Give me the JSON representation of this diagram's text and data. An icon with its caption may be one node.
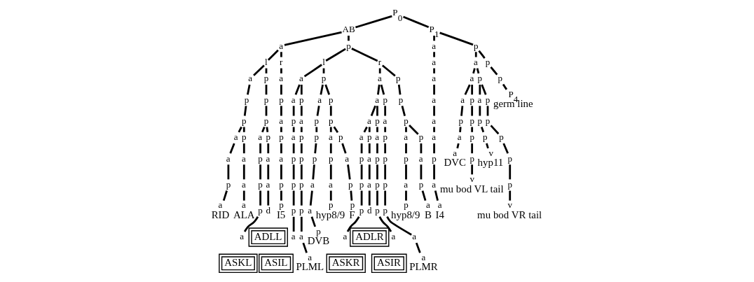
{
  "diagram": {
    "nodes": [
      {
        "text": [
          "P$_{0}$"
        ]
      },
      {
        "text": [
          "AB"
        ]
      },
      {
        "text": [
          "a"
        ]
      },
      {
        "text": [
          "l"
        ]
      },
      {
        "text": [
          "a"
        ]
      },
      {
        "text": [
          "p"
        ]
      },
      {
        "text": [
          "p"
        ]
      },
      {
        "text": [
          "a"
        ]
      },
      {
        "text": [
          "a"
        ]
      },
      {
        "text": [
          "p"
        ]
      },
      {
        "text": [
          "a"
        ],
        "beside": [
          "RID"
        ]
      },
      {
        "text": [
          "p"
        ]
      },
      {
        "text": [
          "a"
        ]
      },
      {
        "text": [
          "a"
        ]
      },
      {
        "text": [
          "a"
        ],
        "beside": [
          "ALA"
        ]
      },
      {
        "text": [
          "p"
        ]
      },
      {
        "text": [
          "p"
        ]
      },
      {
        "text": [
          "p"
        ]
      },
      {
        "text": [
          "a"
        ]
      },
      {
        "text": [
          "p"
        ]
      },
      {
        "text": [
          "p"
        ]
      },
      {
        "text": [
          "p"
        ]
      },
      {
        "text": [
          "a"
        ]
      },
      {
        "text": [
          "ASKL"
        ]
      },
      {
        "text": [
          "p"
        ]
      },
      {
        "text": [
          "a"
        ]
      },
      {
        "text": [
          "a"
        ]
      },
      {
        "text": [
          "d"
        ]
      },
      {
        "text": [
          "ADLL"
        ]
      },
      {
        "text": [
          "r"
        ]
      },
      {
        "text": [
          "a"
        ]
      },
      {
        "text": [
          "p"
        ]
      },
      {
        "text": [
          "a"
        ]
      },
      {
        "text": [
          "p"
        ]
      },
      {
        "text": [
          "a"
        ]
      },
      {
        "text": [
          "p"
        ]
      },
      {
        "text": [
          "p"
        ],
        "beside": [
          "I5"
        ]
      },
      {
        "text": [
          "p"
        ]
      },
      {
        "text": [
          "l"
        ]
      },
      {
        "text": [
          "a"
        ]
      },
      {
        "text": [
          "a"
        ]
      },
      {
        "text": [
          "p"
        ]
      },
      {
        "text": [
          "a"
        ]
      },
      {
        "text": [
          "p"
        ]
      },
      {
        "text": [
          "p"
        ]
      },
      {
        "text": [
          "p"
        ]
      },
      {
        "text": [
          "a"
        ]
      },
      {
        "text": [
          "ASIL"
        ]
      },
      {
        "text": [
          "p"
        ]
      },
      {
        "text": [
          "a"
        ]
      },
      {
        "text": [
          "p"
        ]
      },
      {
        "text": [
          "p"
        ]
      },
      {
        "text": [
          "p"
        ]
      },
      {
        "text": [
          "p"
        ]
      },
      {
        "text": [
          "a"
        ]
      },
      {
        "text": [
          "a"
        ],
        "beside": [
          "PLML"
        ]
      },
      {
        "text": [
          "p"
        ]
      },
      {
        "text": [
          "a"
        ]
      },
      {
        "text": [
          "p"
        ]
      },
      {
        "text": [
          "p"
        ]
      },
      {
        "text": [
          "p"
        ]
      },
      {
        "text": [
          "a"
        ]
      },
      {
        "text": [
          "a"
        ]
      },
      {
        "text": [
          "p"
        ],
        "beside": [
          "DVB"
        ]
      },
      {
        "text": [
          "p"
        ]
      },
      {
        "text": [
          "p"
        ]
      },
      {
        "text": [
          "a"
        ]
      },
      {
        "text": [
          "p"
        ]
      },
      {
        "text": [
          "a"
        ]
      },
      {
        "text": [
          "p"
        ],
        "beside": [
          "hyp8/9"
        ]
      },
      {
        "text": [
          "p"
        ]
      },
      {
        "text": [
          "a"
        ]
      },
      {
        "text": [
          "p"
        ]
      },
      {
        "text": [
          "p"
        ],
        "beside": [
          "F"
        ]
      },
      {
        "text": [
          "r"
        ]
      },
      {
        "text": [
          "a"
        ]
      },
      {
        "text": [
          "a"
        ]
      },
      {
        "text": [
          "a"
        ]
      },
      {
        "text": [
          "a"
        ]
      },
      {
        "text": [
          "p"
        ]
      },
      {
        "text": [
          "p"
        ]
      },
      {
        "text": [
          "p"
        ]
      },
      {
        "text": [
          "a"
        ]
      },
      {
        "text": [
          "ASKR"
        ]
      },
      {
        "text": [
          "p"
        ]
      },
      {
        "text": [
          "a"
        ]
      },
      {
        "text": [
          "a"
        ]
      },
      {
        "text": [
          "d"
        ]
      },
      {
        "text": [
          "ADLR"
        ]
      },
      {
        "text": [
          "p"
        ]
      },
      {
        "text": [
          "a"
        ]
      },
      {
        "text": [
          "p"
        ]
      },
      {
        "text": [
          "p"
        ]
      },
      {
        "text": [
          "p"
        ]
      },
      {
        "text": [
          "a"
        ]
      },
      {
        "text": [
          "ASIR"
        ]
      },
      {
        "text": [
          "p"
        ]
      },
      {
        "text": [
          "a"
        ]
      },
      {
        "text": [
          "p"
        ]
      },
      {
        "text": [
          "p"
        ]
      },
      {
        "text": [
          "p"
        ]
      },
      {
        "text": [
          "p"
        ]
      },
      {
        "text": [
          "a"
        ]
      },
      {
        "text": [
          "a"
        ],
        "beside": [
          "PLMR"
        ]
      },
      {
        "text": [
          "p"
        ]
      },
      {
        "text": [
          "p"
        ]
      },
      {
        "text": [
          "p"
        ]
      },
      {
        "text": [
          "a"
        ]
      },
      {
        "text": [
          "p"
        ]
      },
      {
        "text": [
          "a"
        ]
      },
      {
        "text": [
          "p"
        ],
        "beside": [
          "hyp8/9"
        ]
      },
      {
        "text": [
          "p"
        ]
      },
      {
        "text": [
          "a"
        ]
      },
      {
        "text": [
          "p"
        ]
      },
      {
        "text": [
          "a"
        ],
        "beside": [
          "B"
        ]
      },
      {
        "text": [
          "P$_{1}$"
        ]
      },
      {
        "text": [
          "a"
        ]
      },
      {
        "text": [
          "a"
        ]
      },
      {
        "text": [
          "a"
        ]
      },
      {
        "text": [
          "a"
        ]
      },
      {
        "text": [
          "a"
        ]
      },
      {
        "text": [
          "a"
        ]
      },
      {
        "text": [
          "p"
        ]
      },
      {
        "text": [
          "a"
        ]
      },
      {
        "text": [
          "a"
        ],
        "beside": [
          "I4"
        ]
      },
      {
        "text": [
          "p"
        ]
      },
      {
        "text": [
          "a"
        ]
      },
      {
        "text": [
          "a"
        ]
      },
      {
        "text": [
          "a"
        ]
      },
      {
        "text": [
          "p"
        ]
      },
      {
        "text": [
          "a"
        ]
      },
      {
        "text": [
          "a"
        ],
        "beside": [
          "DVC"
        ]
      },
      {
        "text": [
          "p"
        ]
      },
      {
        "text": [
          "p"
        ]
      },
      {
        "text": [
          "p"
        ]
      },
      {
        "text": [
          "p"
        ]
      },
      {
        "text": [
          "v"
        ],
        "beside": [
          "mu bod VL tail"
        ]
      },
      {
        "text": [
          "p"
        ]
      },
      {
        "text": [
          "a"
        ]
      },
      {
        "text": [
          "p"
        ]
      },
      {
        "text": [
          "p"
        ]
      },
      {
        "text": [
          "v"
        ],
        "beside": [
          "hyp11"
        ]
      },
      {
        "text": [
          "p"
        ]
      },
      {
        "text": [
          "p"
        ]
      },
      {
        "text": [
          "p"
        ]
      },
      {
        "text": [
          "p"
        ]
      },
      {
        "text": [
          "p"
        ]
      },
      {
        "text": [
          "v"
        ],
        "beside": [
          "mu bod VR tail"
        ]
      },
      {
        "text": [
          "p"
        ]
      },
      {
        "text": [
          "p"
        ]
      },
      {
        "text": [
          "P$_{4}$"
        ],
        "beside": [
          "germ line"
        ]
      }
    ],
    "edges": [
      {
        "from": 0,
        "to": 1,
        "arrow": "none"
      },
      {
        "from": 1,
        "to": 2,
        "arrow": "none"
      },
      {
        "from": 2,
        "to": 3,
        "arrow": "none"
      },
      {
        "from": 3,
        "to": 4,
        "arrow": "none"
      },
      {
        "from": 4,
        "to": 5,
        "arrow": "none"
      },
      {
        "from": 5,
        "to": 6,
        "arrow": "none"
      },
      {
        "from": 6,
        "to": 7,
        "arrow": "none"
      },
      {
        "from": 7,
        "to": 8,
        "arrow": "none"
      },
      {
        "from": 8,
        "to": 9,
        "arrow": "none"
      },
      {
        "from": 9,
        "to": 10,
        "arrow": "none"
      },
      {
        "from": 6,
        "to": 11,
        "arrow": "none"
      },
      {
        "from": 11,
        "to": 12,
        "arrow": "none"
      },
      {
        "from": 12,
        "to": 13,
        "arrow": "none"
      },
      {
        "from": 13,
        "to": 14,
        "arrow": "none"
      },
      {
        "from": 3,
        "to": 15,
        "arrow": "none"
      },
      {
        "from": 15,
        "to": 16,
        "arrow": "none"
      },
      {
        "from": 16,
        "to": 17,
        "arrow": "none"
      },
      {
        "from": 17,
        "to": 18,
        "arrow": "none"
      },
      {
        "from": 18,
        "to": 19,
        "arrow": "none"
      },
      {
        "from": 19,
        "to": 20,
        "arrow": "none"
      },
      {
        "from": 20,
        "to": 21,
        "arrow": "none"
      },
      {
        "from": 21,
        "to": 22,
        "arrow": "none"
      },
      {
        "from": 17,
        "to": 24,
        "arrow": "none"
      },
      {
        "from": 24,
        "to": 25,
        "arrow": "none"
      },
      {
        "from": 25,
        "to": 26,
        "arrow": "none"
      },
      {
        "from": 26,
        "to": 27,
        "arrow": "none"
      },
      {
        "from": 2,
        "to": 29,
        "arrow": "none"
      },
      {
        "from": 29,
        "to": 30,
        "arrow": "none"
      },
      {
        "from": 30,
        "to": 31,
        "arrow": "none"
      },
      {
        "from": 31,
        "to": 32,
        "arrow": "none"
      },
      {
        "from": 32,
        "to": 33,
        "arrow": "none"
      },
      {
        "from": 33,
        "to": 34,
        "arrow": "none"
      },
      {
        "from": 34,
        "to": 35,
        "arrow": "none"
      },
      {
        "from": 35,
        "to": 36,
        "arrow": "none"
      },
      {
        "from": 1,
        "to": 37,
        "arrow": "none"
      },
      {
        "from": 37,
        "to": 38,
        "arrow": "none"
      },
      {
        "from": 38,
        "to": 39,
        "arrow": "none"
      },
      {
        "from": 39,
        "to": 40,
        "arrow": "none"
      },
      {
        "from": 40,
        "to": 41,
        "arrow": "none"
      },
      {
        "from": 41,
        "to": 42,
        "arrow": "none"
      },
      {
        "from": 42,
        "to": 43,
        "arrow": "none"
      },
      {
        "from": 43,
        "to": 44,
        "arrow": "none"
      },
      {
        "from": 44,
        "to": 45,
        "arrow": "none"
      },
      {
        "from": 45,
        "to": 46,
        "arrow": "none"
      },
      {
        "from": 39,
        "to": 48,
        "arrow": "none"
      },
      {
        "from": 48,
        "to": 49,
        "arrow": "none"
      },
      {
        "from": 49,
        "to": 50,
        "arrow": "none"
      },
      {
        "from": 50,
        "to": 51,
        "arrow": "none"
      },
      {
        "from": 51,
        "to": 52,
        "arrow": "none"
      },
      {
        "from": 52,
        "to": 53,
        "arrow": "none"
      },
      {
        "from": 53,
        "to": 54,
        "arrow": "none"
      },
      {
        "from": 54,
        "to": 55,
        "arrow": "none"
      },
      {
        "from": 38,
        "to": 56,
        "arrow": "none"
      },
      {
        "from": 56,
        "to": 57,
        "arrow": "none"
      },
      {
        "from": 57,
        "to": 58,
        "arrow": "none"
      },
      {
        "from": 58,
        "to": 59,
        "arrow": "none"
      },
      {
        "from": 59,
        "to": 60,
        "arrow": "none"
      },
      {
        "from": 60,
        "to": 61,
        "arrow": "none"
      },
      {
        "from": 61,
        "to": 62,
        "arrow": "none"
      },
      {
        "from": 62,
        "to": 63,
        "arrow": "none"
      },
      {
        "from": 56,
        "to": 64,
        "arrow": "none"
      },
      {
        "from": 64,
        "to": 65,
        "arrow": "none"
      },
      {
        "from": 65,
        "to": 66,
        "arrow": "none"
      },
      {
        "from": 66,
        "to": 67,
        "arrow": "none"
      },
      {
        "from": 67,
        "to": 68,
        "arrow": "none"
      },
      {
        "from": 68,
        "to": 69,
        "arrow": "none"
      },
      {
        "from": 65,
        "to": 70,
        "arrow": "none"
      },
      {
        "from": 70,
        "to": 71,
        "arrow": "none"
      },
      {
        "from": 71,
        "to": 72,
        "arrow": "none"
      },
      {
        "from": 72,
        "to": 73,
        "arrow": "none"
      },
      {
        "from": 37,
        "to": 74,
        "arrow": "none"
      },
      {
        "from": 74,
        "to": 75,
        "arrow": "none"
      },
      {
        "from": 75,
        "to": 76,
        "arrow": "none"
      },
      {
        "from": 76,
        "to": 77,
        "arrow": "none"
      },
      {
        "from": 77,
        "to": 78,
        "arrow": "none"
      },
      {
        "from": 78,
        "to": 79,
        "arrow": "none"
      },
      {
        "from": 79,
        "to": 80,
        "arrow": "none"
      },
      {
        "from": 80,
        "to": 81,
        "arrow": "none"
      },
      {
        "from": 81,
        "to": 82,
        "arrow": "none"
      },
      {
        "from": 77,
        "to": 84,
        "arrow": "none"
      },
      {
        "from": 84,
        "to": 85,
        "arrow": "none"
      },
      {
        "from": 85,
        "to": 86,
        "arrow": "none"
      },
      {
        "from": 86,
        "to": 87,
        "arrow": "none"
      },
      {
        "from": 76,
        "to": 89,
        "arrow": "none"
      },
      {
        "from": 89,
        "to": 90,
        "arrow": "none"
      },
      {
        "from": 90,
        "to": 91,
        "arrow": "none"
      },
      {
        "from": 91,
        "to": 92,
        "arrow": "none"
      },
      {
        "from": 92,
        "to": 93,
        "arrow": "none"
      },
      {
        "from": 93,
        "to": 94,
        "arrow": "none"
      },
      {
        "from": 75,
        "to": 96,
        "arrow": "none"
      },
      {
        "from": 96,
        "to": 97,
        "arrow": "none"
      },
      {
        "from": 97,
        "to": 98,
        "arrow": "none"
      },
      {
        "from": 98,
        "to": 99,
        "arrow": "none"
      },
      {
        "from": 99,
        "to": 100,
        "arrow": "none"
      },
      {
        "from": 100,
        "to": 101,
        "arrow": "none"
      },
      {
        "from": 101,
        "to": 102,
        "arrow": "none"
      },
      {
        "from": 102,
        "to": 103,
        "arrow": "none"
      },
      {
        "from": 74,
        "to": 104,
        "arrow": "none"
      },
      {
        "from": 104,
        "to": 105,
        "arrow": "none"
      },
      {
        "from": 105,
        "to": 106,
        "arrow": "none"
      },
      {
        "from": 106,
        "to": 107,
        "arrow": "none"
      },
      {
        "from": 107,
        "to": 108,
        "arrow": "none"
      },
      {
        "from": 108,
        "to": 109,
        "arrow": "none"
      },
      {
        "from": 109,
        "to": 110,
        "arrow": "none"
      },
      {
        "from": 106,
        "to": 111,
        "arrow": "none"
      },
      {
        "from": 111,
        "to": 112,
        "arrow": "none"
      },
      {
        "from": 112,
        "to": 113,
        "arrow": "none"
      },
      {
        "from": 113,
        "to": 114,
        "arrow": "none"
      },
      {
        "from": 0,
        "to": 115,
        "arrow": "none"
      },
      {
        "from": 115,
        "to": 116,
        "arrow": "none"
      },
      {
        "from": 116,
        "to": 117,
        "arrow": "none"
      },
      {
        "from": 117,
        "to": 118,
        "arrow": "none"
      },
      {
        "from": 118,
        "to": 119,
        "arrow": "none"
      },
      {
        "from": 119,
        "to": 120,
        "arrow": "none"
      },
      {
        "from": 120,
        "to": 121,
        "arrow": "none"
      },
      {
        "from": 121,
        "to": 122,
        "arrow": "none"
      },
      {
        "from": 122,
        "to": 123,
        "arrow": "none"
      },
      {
        "from": 123,
        "to": 124,
        "arrow": "none"
      },
      {
        "from": 115,
        "to": 125,
        "arrow": "none"
      },
      {
        "from": 125,
        "to": 126,
        "arrow": "none"
      },
      {
        "from": 126,
        "to": 127,
        "arrow": "none"
      },
      {
        "from": 127,
        "to": 128,
        "arrow": "none"
      },
      {
        "from": 128,
        "to": 129,
        "arrow": "none"
      },
      {
        "from": 129,
        "to": 130,
        "arrow": "none"
      },
      {
        "from": 130,
        "to": 131,
        "arrow": "none"
      },
      {
        "from": 127,
        "to": 132,
        "arrow": "none"
      },
      {
        "from": 132,
        "to": 133,
        "arrow": "none"
      },
      {
        "from": 133,
        "to": 134,
        "arrow": "none"
      },
      {
        "from": 134,
        "to": 135,
        "arrow": "none"
      },
      {
        "from": 135,
        "to": 136,
        "arrow": "none"
      },
      {
        "from": 126,
        "to": 137,
        "arrow": "none"
      },
      {
        "from": 137,
        "to": 138,
        "arrow": "none"
      },
      {
        "from": 138,
        "to": 139,
        "arrow": "none"
      },
      {
        "from": 139,
        "to": 140,
        "arrow": "none"
      },
      {
        "from": 140,
        "to": 141,
        "arrow": "none"
      },
      {
        "from": 137,
        "to": 142,
        "arrow": "none"
      },
      {
        "from": 142,
        "to": 143,
        "arrow": "none"
      },
      {
        "from": 143,
        "to": 144,
        "arrow": "none"
      },
      {
        "from": 144,
        "to": 145,
        "arrow": "none"
      },
      {
        "from": 145,
        "to": 146,
        "arrow": "none"
      },
      {
        "from": 146,
        "to": 147,
        "arrow": "none"
      },
      {
        "from": 125,
        "to": 148,
        "arrow": "none"
      },
      {
        "from": 148,
        "to": 149,
        "arrow": "none"
      },
      {
        "from": 149,
        "to": 150,
        "arrow": "none"
      }
    ]
  }
}
